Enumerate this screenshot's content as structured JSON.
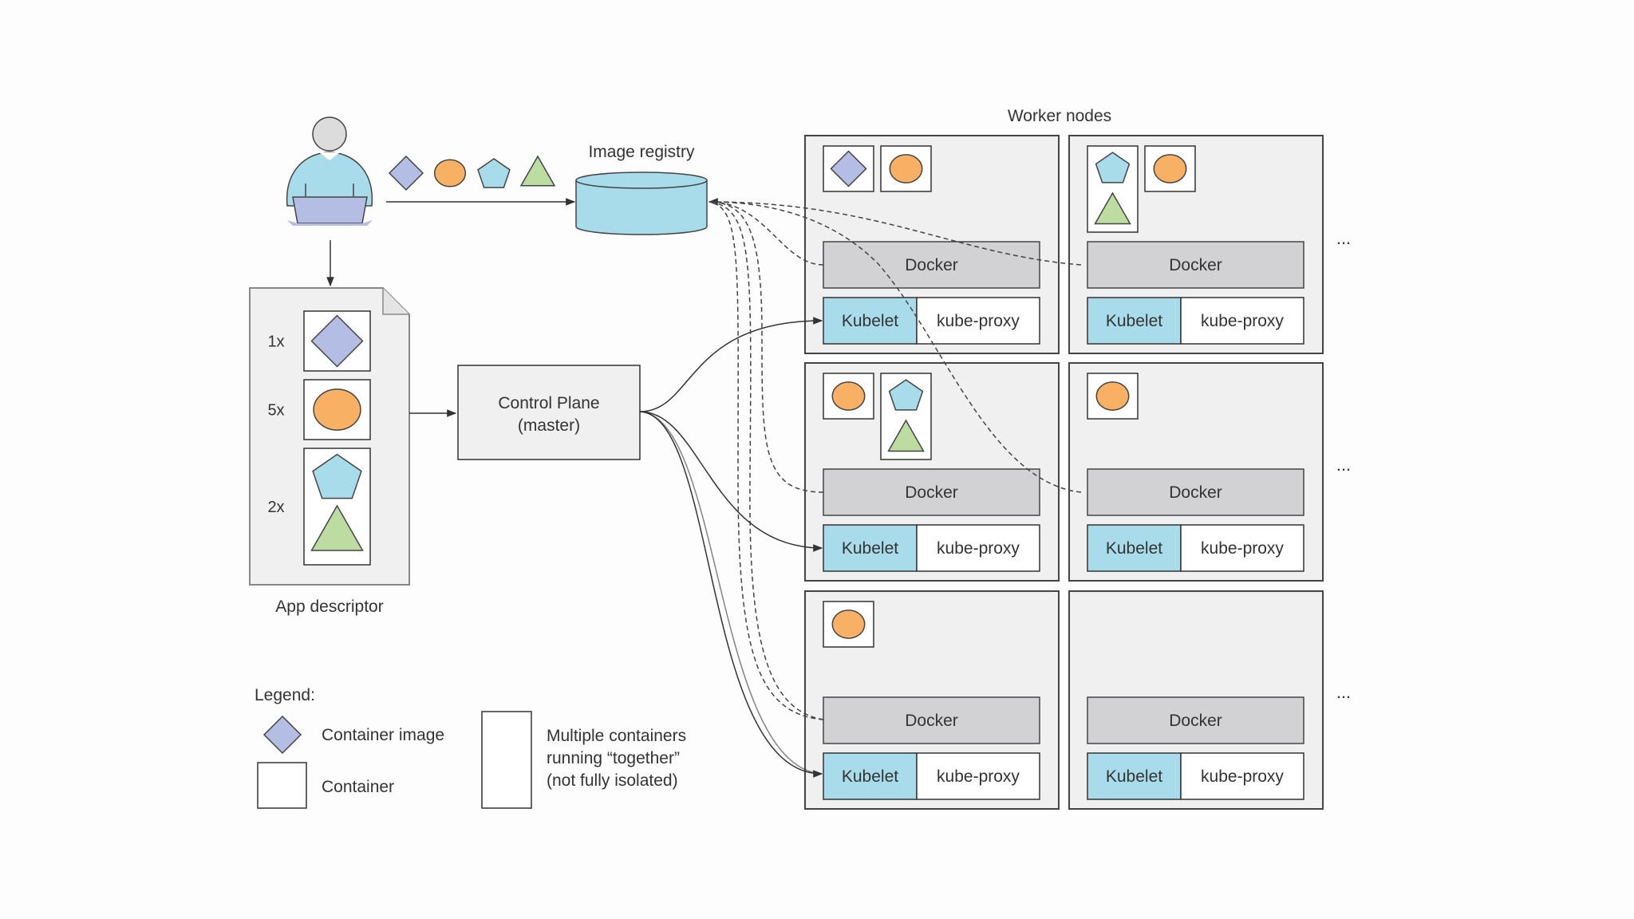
{
  "labels": {
    "worker_nodes": "Worker nodes",
    "image_registry": "Image registry",
    "app_descriptor": "App descriptor",
    "control_plane_line1": "Control Plane",
    "control_plane_line2": "(master)",
    "ellipsis": "..."
  },
  "descriptor": {
    "entries": [
      {
        "count": "1x",
        "shapes": [
          "diamond"
        ]
      },
      {
        "count": "5x",
        "shapes": [
          "circle"
        ]
      },
      {
        "count": "2x",
        "shapes": [
          "pentagon",
          "triangle"
        ]
      }
    ]
  },
  "node_components": {
    "docker": "Docker",
    "kubelet": "Kubelet",
    "kube_proxy": "kube-proxy"
  },
  "nodes": [
    {
      "row": 0,
      "col": 0,
      "pods": [
        [
          "diamond"
        ],
        [
          "circle"
        ]
      ]
    },
    {
      "row": 0,
      "col": 1,
      "pods": [
        [
          "pentagon",
          "triangle"
        ],
        [
          "circle"
        ]
      ]
    },
    {
      "row": 1,
      "col": 0,
      "pods": [
        [
          "circle"
        ],
        [
          "pentagon",
          "triangle"
        ]
      ]
    },
    {
      "row": 1,
      "col": 1,
      "pods": [
        [
          "circle"
        ]
      ]
    },
    {
      "row": 2,
      "col": 0,
      "pods": [
        [
          "circle"
        ]
      ]
    },
    {
      "row": 2,
      "col": 1,
      "pods": []
    }
  ],
  "legend": {
    "title": "Legend:",
    "container_image": "Container image",
    "container": "Container",
    "multi_line1": "Multiple containers",
    "multi_line2": "running “together”",
    "multi_line3": "(not fully isolated)"
  },
  "colors": {
    "diamond": "#b4bde3",
    "circle": "#f8b065",
    "pentagon": "#a9dcea",
    "triangle": "#bddca2",
    "docker": "#d2d2d4",
    "kubelet": "#a9dcea",
    "node_bg": "#f0f0f1",
    "person_body": "#a9dcea",
    "person_head": "#dcdcdc",
    "laptop": "#b4bde3"
  }
}
